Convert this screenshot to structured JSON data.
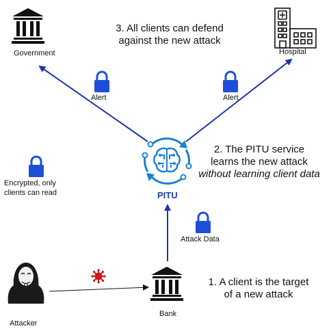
{
  "colors": {
    "arrow_blue": "#1f33a8",
    "lock_blue": "#1f4fd8",
    "brain_blue": "#1e7fd0",
    "virus_red": "#d01818",
    "text": "#111111"
  },
  "nodes": {
    "government": {
      "label": "Government",
      "icon": "bank-building-icon"
    },
    "hospital": {
      "label": "Hospital",
      "icon": "hospital-icon"
    },
    "pitu": {
      "label": "PITU",
      "icon": "ai-brain-icon"
    },
    "bank": {
      "label": "Bank",
      "icon": "bank-building-icon"
    },
    "attacker": {
      "label": "Attacker",
      "icon": "hooded-hacker-icon"
    }
  },
  "edge_labels": {
    "alert_left": "Alert",
    "alert_right": "Alert",
    "attack_data": "Attack Data",
    "encrypted_line1": "Encrypted, only",
    "encrypted_line2": "clients can read"
  },
  "steps": {
    "step1_line1": "1. A client is the target",
    "step1_line2": "of a new attack",
    "step2_line1": "2. The PITU service",
    "step2_line2": "learns the new attack",
    "step2_line3": "without learning client data",
    "step3_line1": "3. All clients can defend",
    "step3_line2": "against the new attack"
  }
}
